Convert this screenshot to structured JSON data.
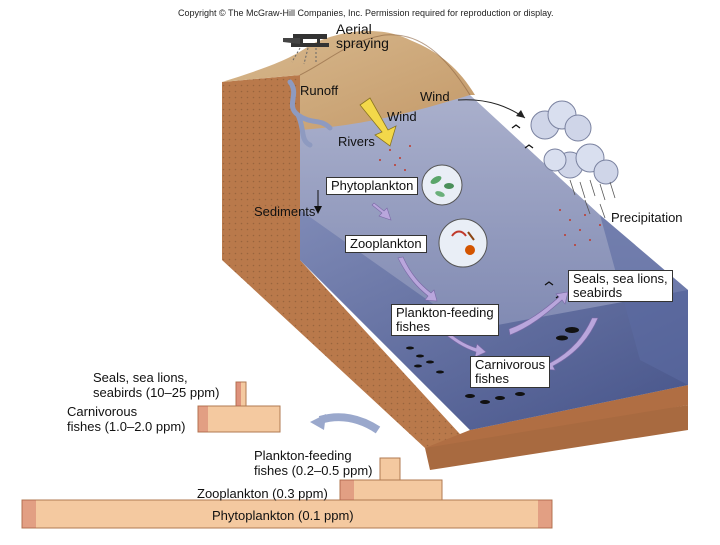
{
  "copyright": "Copyright © The McGraw-Hill Companies, Inc. Permission required for reproduction or display.",
  "labels": {
    "aerial_spraying": [
      "Aerial",
      "spraying"
    ],
    "runoff": "Runoff",
    "wind_upper": "Wind",
    "wind_lower": "Wind",
    "rivers": "Rivers",
    "phytoplankton": "Phytoplankton",
    "sediments": "Sediments",
    "zooplankton": "Zooplankton",
    "precipitation": "Precipitation",
    "seals_ocean": [
      "Seals, sea lions,",
      "seabirds"
    ],
    "plankton_feeding": [
      "Plankton-feeding",
      "fishes"
    ],
    "carnivorous": [
      "Carnivorous",
      "fishes"
    ]
  },
  "pyramid": {
    "levels": [
      {
        "name": "Phytoplankton (0.1 ppm)",
        "ppm": "0.1"
      },
      {
        "name": "Zooplankton (0.3 ppm)",
        "ppm": "0.3"
      },
      {
        "name": "Plankton-feeding fishes (0.2–0.5 ppm)",
        "lines": [
          "Plankton-feeding",
          "fishes (0.2–0.5 ppm)"
        ]
      },
      {
        "name": "Carnivorous fishes (1.0–2.0 ppm)",
        "lines": [
          "Carnivorous",
          "fishes (1.0–2.0 ppm)"
        ]
      },
      {
        "name": "Seals, sea lions, seabirds (10–25 ppm)",
        "lines": [
          "Seals, sea lions,",
          "seabirds (10–25 ppm)"
        ]
      }
    ]
  },
  "colors": {
    "land_top": "#c9a57a",
    "soil_side": "#b8764a",
    "ocean_surface": "#9aa2c2",
    "ocean_deep": "#5c6a9c",
    "pyramid_bar": "#f4c9a0",
    "pyramid_residue": "#c0504d",
    "arrow": "#b9a6dc"
  }
}
